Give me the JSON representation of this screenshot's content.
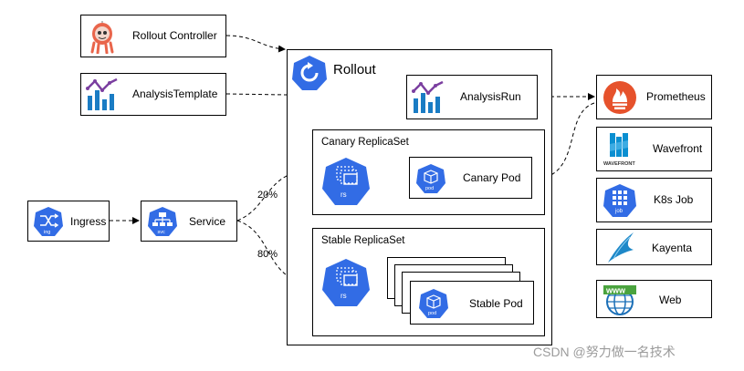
{
  "nodes": {
    "rollout_controller": "Rollout Controller",
    "analysis_template": "AnalysisTemplate",
    "rollout": "Rollout",
    "analysis_run": "AnalysisRun",
    "canary_replicaset": "Canary ReplicaSet",
    "canary_pod": "Canary Pod",
    "stable_replicaset": "Stable ReplicaSet",
    "stable_pod": "Stable Pod",
    "ingress": "Ingress",
    "service": "Service",
    "prometheus": "Prometheus",
    "wavefront": "Wavefront",
    "k8s_job": "K8s Job",
    "kayenta": "Kayenta",
    "web": "Web"
  },
  "icon_text": {
    "rs": "rs",
    "pod": "pod",
    "ing": "ing",
    "svc": "svc",
    "job": "job",
    "wavefront_word": "WAVEFRONT",
    "www": "www"
  },
  "edge_labels": {
    "canary_weight": "20%",
    "stable_weight": "80%"
  },
  "watermark": "CSDN @努力做一名技术",
  "colors": {
    "k8s_blue": "#326ce5",
    "prometheus_orange": "#e6522c",
    "wavefront_blue": "#0a8fd1",
    "kayenta_blue": "#1e88c8",
    "chart_purple": "#7b3fa0",
    "chart_blue": "#1a7cc4"
  }
}
